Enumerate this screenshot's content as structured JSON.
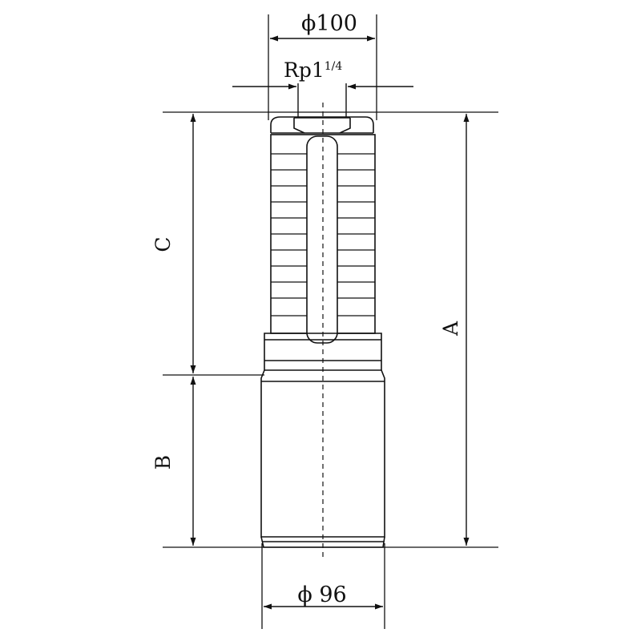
{
  "diagram": {
    "labels": {
      "top_diameter": "ϕ100",
      "thread_main": "Rp1",
      "thread_frac": "1/4",
      "dim_c": "C",
      "dim_a": "A",
      "dim_b": "B",
      "bottom_diameter": "ϕ 96"
    },
    "colors": {
      "line": "#111111",
      "background": "#ffffff"
    }
  }
}
